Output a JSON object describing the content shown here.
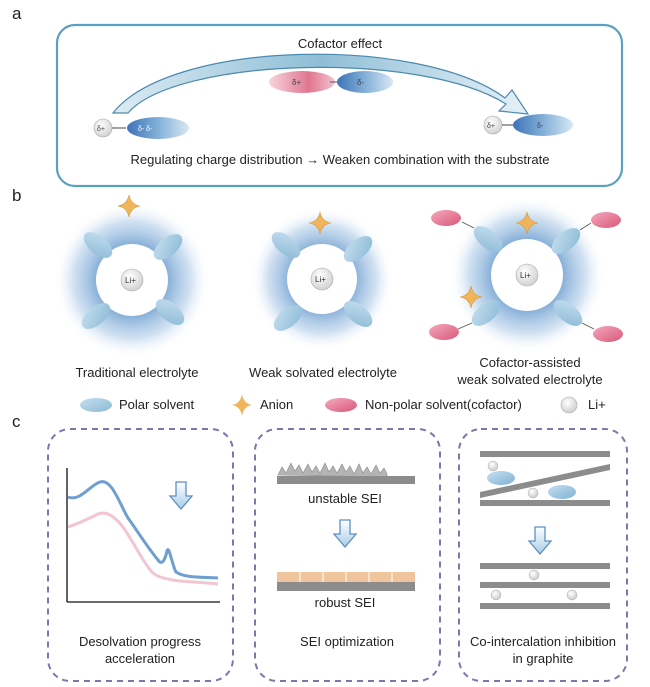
{
  "panel_a": {
    "letter": "a",
    "title": "Cofactor effect",
    "caption": "Regulating charge distribution → Weaken combination with the substrate",
    "delta_plus": "δ+",
    "delta_minus": "δ-",
    "delta_minus_pair": "δ- δ-"
  },
  "panel_b": {
    "letter": "b",
    "ion_label": "Li+",
    "labels": {
      "traditional": "Traditional electrolyte",
      "weak": "Weak solvated electrolyte",
      "cofactor_line1": "Cofactor-assisted",
      "cofactor_line2": "weak solvated electrolyte"
    },
    "legend": {
      "polar": "Polar solvent",
      "anion": "Anion",
      "nonpolar": "Non-polar solvent(cofactor)",
      "li": "Li+"
    }
  },
  "panel_c": {
    "letter": "c",
    "box1": {
      "line1": "Desolvation progress",
      "line2": "acceleration"
    },
    "box2": {
      "unstable": "unstable SEI",
      "robust": "robust SEI",
      "caption": "SEI optimization"
    },
    "box3": {
      "line1": "Co-intercalation inhibition",
      "line2": "in graphite"
    }
  },
  "colors": {
    "frame": "#5aa0bf",
    "polar": "#9ccbe0",
    "nonpolar": "#e57896",
    "anion": "#f0b45a",
    "dashed": "#7b78ad",
    "graphite": "#8c8c8c",
    "sei_robust": "#f0c49c"
  }
}
